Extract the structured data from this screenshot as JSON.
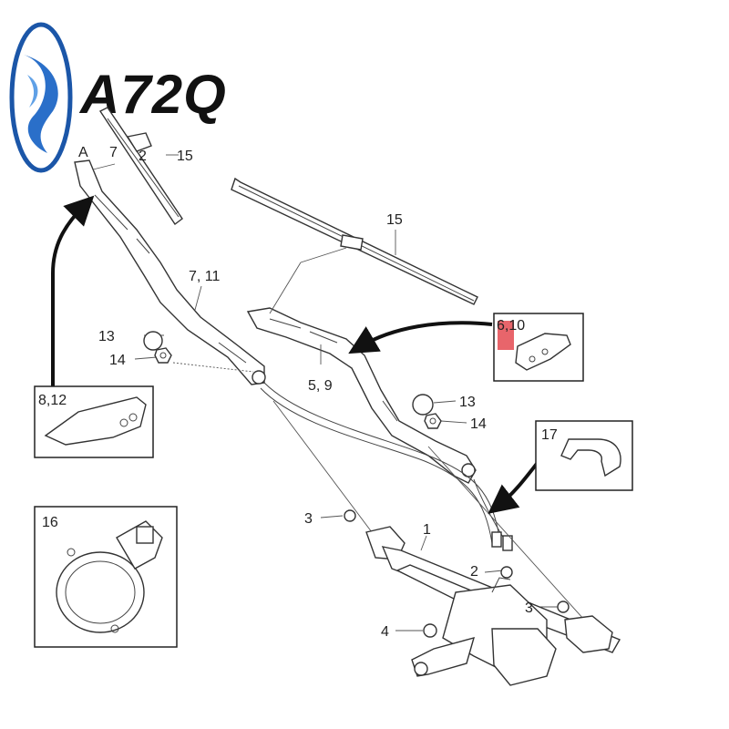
{
  "brand": {
    "text": "A72Q",
    "logo_color": "#1b56a8"
  },
  "callouts": {
    "c_A": "A",
    "c_7": "7",
    "c_2": "2",
    "c_15_top": "15",
    "c_15_blade": "15",
    "c_7_11": "7, 11",
    "c_13_left": "13",
    "c_14_left": "14",
    "c_5_9": "5, 9",
    "c_13_right": "13",
    "c_14_right": "14",
    "c_6_10": "6,10",
    "c_8_12": "8,12",
    "c_17": "17",
    "c_16": "16",
    "c_3_top": "3",
    "c_1": "1",
    "c_2_bottom": "2",
    "c_3_right": "3",
    "c_4": "4"
  },
  "colors": {
    "highlight": "#e0323a",
    "line": "#333333"
  }
}
